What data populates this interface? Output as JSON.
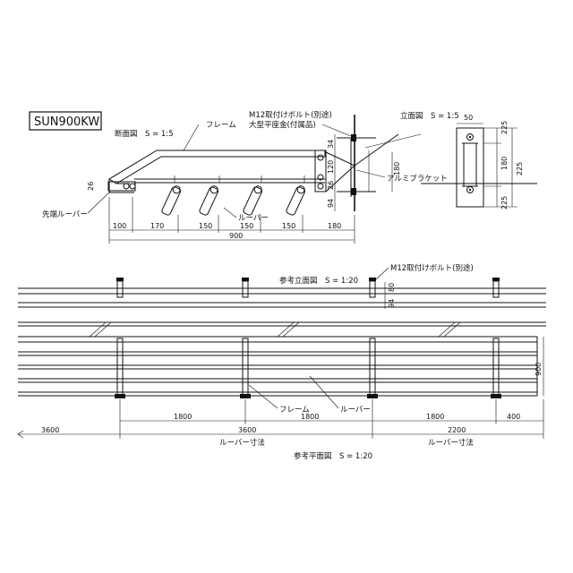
{
  "model_code": "SUN900KW",
  "views": {
    "section": "断面図　S = 1:5",
    "elevation": "立面図　S = 1:5",
    "ref_elevation": "参考立面図　S = 1:20",
    "ref_plan": "参考平面図　S = 1:20"
  },
  "labels": {
    "frame": "フレーム",
    "bolt": "M12取付けボルト(別途)",
    "washer": "大型平座金(付属品)",
    "bracket": "アルミブラケット",
    "tip_louver": "先端ルーバー",
    "louver": "ルーバー",
    "bolt_ref": "M12取付けボルト(別途)",
    "frame_plan": "フレーム",
    "louver_plan": "ルーバー",
    "louver_dim_1": "ルーバー寸法",
    "louver_dim_2": "ルーバー寸法"
  },
  "section_dims": {
    "d100": "100",
    "d170": "170",
    "d150a": "150",
    "d150b": "150",
    "d150c": "150",
    "d180": "180",
    "total": "900",
    "v26a": "26",
    "v34": "34",
    "v120": "120",
    "v26b": "26",
    "v94": "94",
    "v180": "180"
  },
  "elev_dims": {
    "w50": "50",
    "h225a": "225",
    "h180": "180",
    "h225b": "225",
    "h225c": "225"
  },
  "ref_dims": {
    "v80": "80",
    "v94": "94"
  },
  "plan_dims": {
    "p1800a": "1800",
    "p1800b": "1800",
    "p1800c": "1800",
    "p400": "400",
    "p3600a": "3600",
    "p3600b": "3600",
    "p2200": "2200",
    "p900": "900"
  }
}
